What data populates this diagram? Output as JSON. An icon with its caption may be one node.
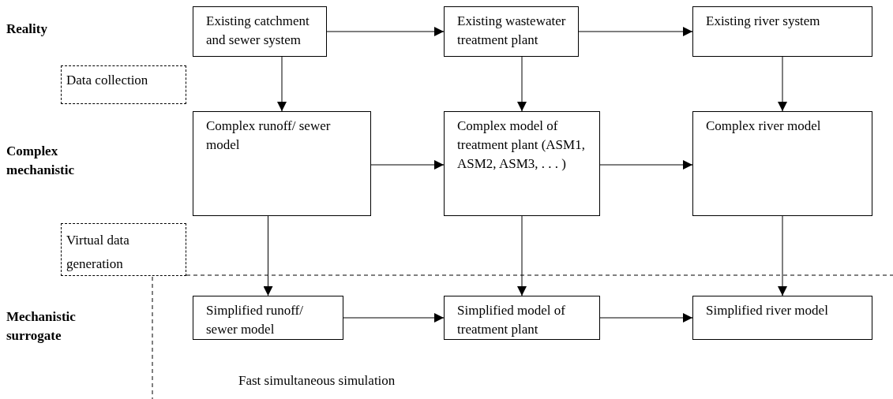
{
  "diagram": {
    "nodes": [
      {
        "text": [
          "Existing catchment and sewer system"
        ]
      },
      {
        "text": [
          "Existing wastewater treatment plant"
        ]
      },
      {
        "text": [
          "Existing river system"
        ]
      },
      {
        "text": [
          "Data collection"
        ]
      },
      {
        "text": [
          "Complex runoff/ sewer model"
        ]
      },
      {
        "text": [
          "Complex model of treatment plant (ASM1, ASM2, ASM3, . . . )"
        ]
      },
      {
        "text": [
          "Complex river model"
        ]
      },
      {
        "text": [
          "Virtual data generation"
        ]
      },
      {
        "text": [
          "Simplified runoff/ sewer model"
        ]
      },
      {
        "text": [
          "Simplified model of treatment plant"
        ]
      },
      {
        "text": [
          "Simplified river model"
        ]
      }
    ],
    "edges": [
      {
        "from": 0,
        "to": 1,
        "arrow": "to"
      },
      {
        "from": 1,
        "to": 2,
        "arrow": "to"
      },
      {
        "from": 0,
        "to": 4,
        "arrow": "to"
      },
      {
        "from": 1,
        "to": 5,
        "arrow": "to"
      },
      {
        "from": 2,
        "to": 6,
        "arrow": "to"
      },
      {
        "from": 4,
        "to": 5,
        "arrow": "to"
      },
      {
        "from": 5,
        "to": 6,
        "arrow": "to"
      },
      {
        "from": 4,
        "to": 8,
        "arrow": "to"
      },
      {
        "from": 5,
        "to": 9,
        "arrow": "to"
      },
      {
        "from": 6,
        "to": 10,
        "arrow": "to"
      },
      {
        "from": 8,
        "to": 9,
        "arrow": "to"
      },
      {
        "from": 9,
        "to": 10,
        "arrow": "to"
      }
    ],
    "labels": [
      "Reality",
      "Complex mechanistic",
      "Mechanistic surrogate",
      "Fast simultaneous simulation"
    ]
  }
}
